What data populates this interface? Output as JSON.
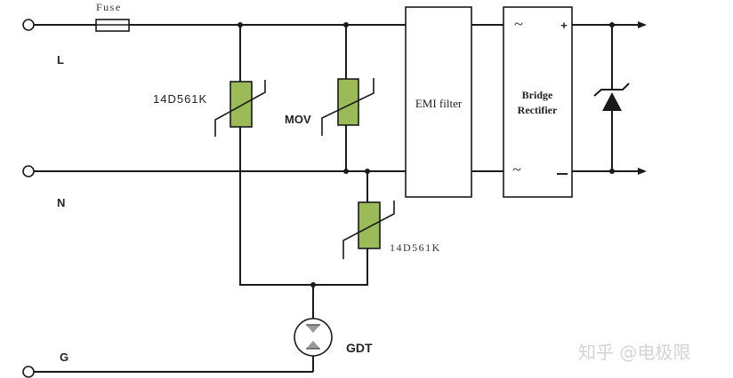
{
  "diagram": {
    "title": "Surge protection input circuit",
    "terminals": [
      {
        "id": "L",
        "label": "L"
      },
      {
        "id": "N",
        "label": "N"
      },
      {
        "id": "G",
        "label": "G"
      }
    ],
    "components": {
      "fuse": {
        "label": "Fuse"
      },
      "varistor_ln": {
        "label": "14D561K"
      },
      "varistor_mov": {
        "label": "MOV"
      },
      "varistor_ng": {
        "label": "14D561K"
      },
      "gdt": {
        "label": "GDT"
      },
      "emi_filter": {
        "label": "EMI filter"
      },
      "bridge_rectifier": {
        "label_line1": "Bridge",
        "label_line2": "Rectifier",
        "ac_symbol": "~",
        "plus": "+",
        "minus": "—"
      },
      "tvs_diode": {
        "label": ""
      }
    },
    "colors": {
      "varistor_fill": "#9bbb59",
      "wire": "#1a1a1a",
      "gdt_triangle": "#9a9a9a",
      "watermark": "#d4d4d4"
    },
    "watermark": "知乎 @电极限"
  }
}
